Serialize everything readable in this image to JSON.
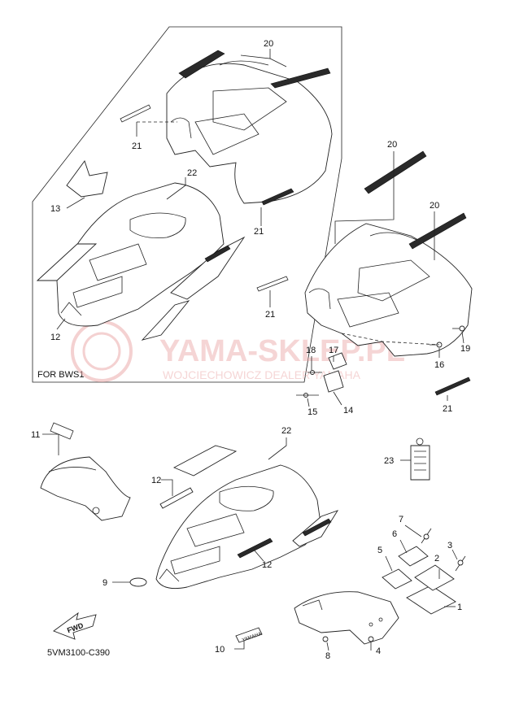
{
  "callouts": {
    "n1": "1",
    "n2": "2",
    "n3": "3",
    "n4": "4",
    "n5": "5",
    "n6": "6",
    "n7": "7",
    "n8": "8",
    "n9": "9",
    "n10": "10",
    "n11": "11",
    "n12": "12",
    "n13": "13",
    "n14": "14",
    "n15": "15",
    "n16": "16",
    "n17": "17",
    "n18": "18",
    "n19": "19",
    "n20": "20",
    "n21": "21",
    "n22": "22",
    "n23": "23"
  },
  "inset_label": "FOR BWS1",
  "watermark": {
    "brand": "YAMA-SKLEP.PL",
    "tagline": "WOJCIECHOWICZ DEALER YAMAHA"
  },
  "fwd_label": "FWD",
  "yamaha_text": "YAMAHA",
  "diagram_code": "5VM3100-C390"
}
